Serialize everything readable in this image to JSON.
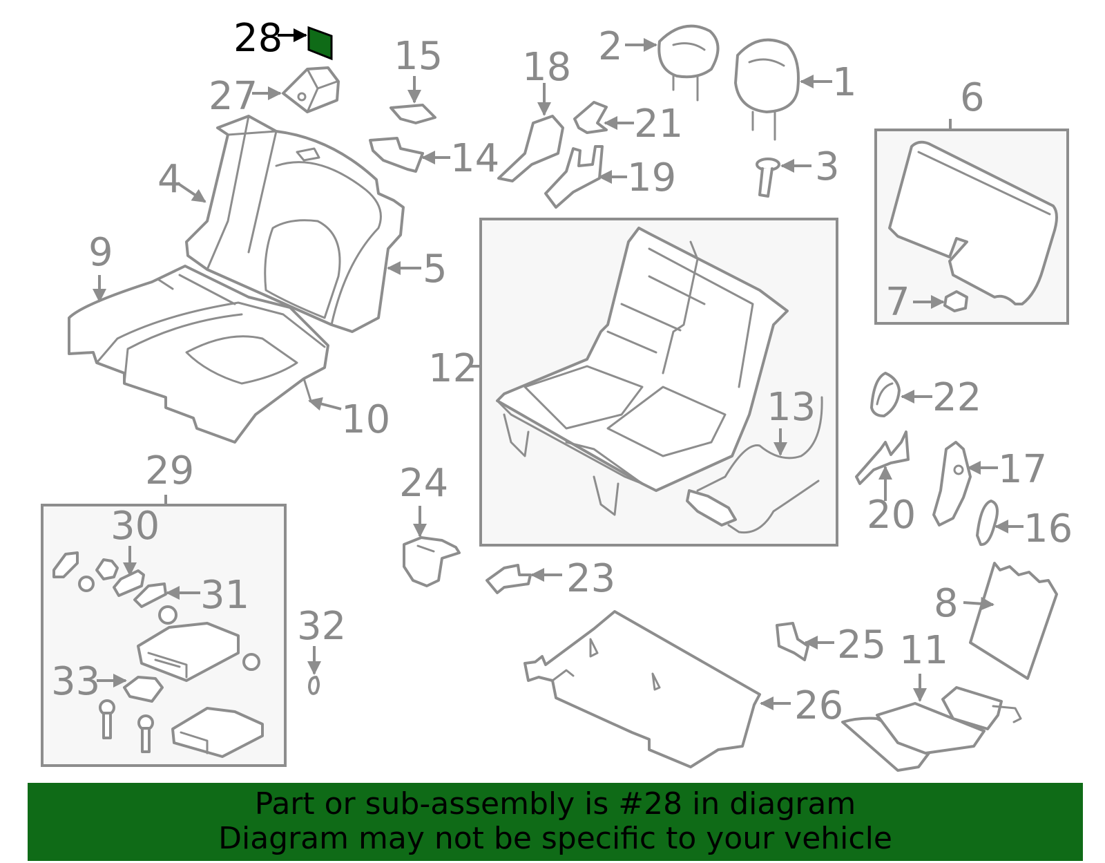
{
  "diagram": {
    "highlighted_part": "28",
    "highlight_color": "#0f6b17",
    "line_color": "#8d8d8d",
    "labels": {
      "p1": "1",
      "p2": "2",
      "p3": "3",
      "p4": "4",
      "p5": "5",
      "p6": "6",
      "p7": "7",
      "p8": "8",
      "p9": "9",
      "p10": "10",
      "p11": "11",
      "p12": "12",
      "p13": "13",
      "p14": "14",
      "p15": "15",
      "p16": "16",
      "p17": "17",
      "p18": "18",
      "p19": "19",
      "p20": "20",
      "p21": "21",
      "p22": "22",
      "p23": "23",
      "p24": "24",
      "p25": "25",
      "p26": "26",
      "p27": "27",
      "p28": "28",
      "p29": "29",
      "p30": "30",
      "p31": "31",
      "p32": "32",
      "p33": "33"
    }
  },
  "banner": {
    "line1": "Part or sub-assembly is #28 in diagram",
    "line2": "Diagram may not be specific to your vehicle",
    "background": "#0f6b17"
  }
}
